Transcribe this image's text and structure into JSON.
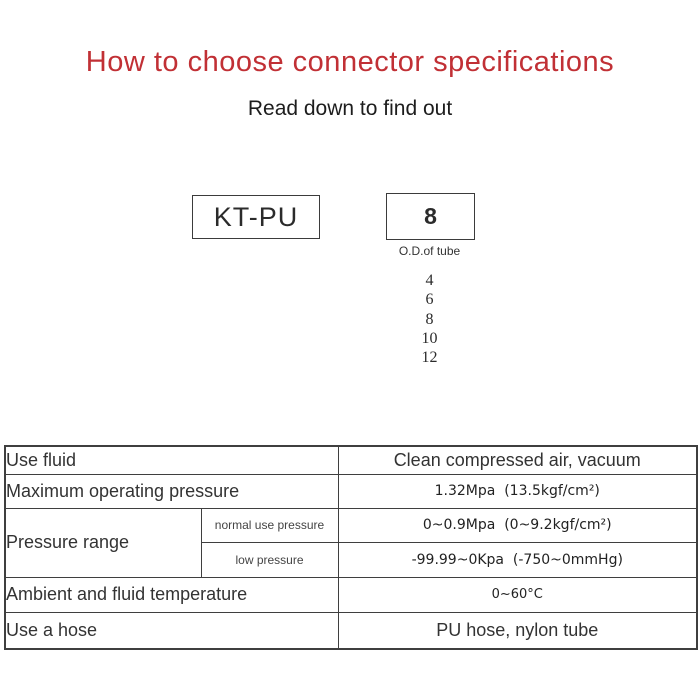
{
  "header": {
    "title": "How to choose connector specifications",
    "subtitle": "Read down to find out",
    "title_color": "#c13035"
  },
  "model": {
    "prefix": "KT-PU",
    "size": "8",
    "size_label": "O.D.of tube",
    "size_options": [
      "4",
      "6",
      "8",
      "10",
      "12"
    ]
  },
  "spec_table": {
    "colors": {
      "stripe_background": "#f4ede2",
      "plain_background": "#ffffff",
      "border": "#3f3f3f"
    },
    "rows": [
      {
        "label": "Use fluid",
        "value": "Clean compressed air, vacuum"
      },
      {
        "label": "Maximum operating pressure",
        "value": "1.32Mpa  (13.5kgf/cm²)"
      },
      {
        "label": "Pressure range",
        "sublabel": "normal use pressure",
        "value": "0~0.9Mpa  (0~9.2kgf/cm²)"
      },
      {
        "sublabel": "low pressure",
        "value": "-99.99~0Kpa  (-750~0mmHg)"
      },
      {
        "label": "Ambient and fluid temperature",
        "value": "0~60°C"
      },
      {
        "label": "Use a hose",
        "value": "PU hose, nylon tube"
      }
    ]
  }
}
